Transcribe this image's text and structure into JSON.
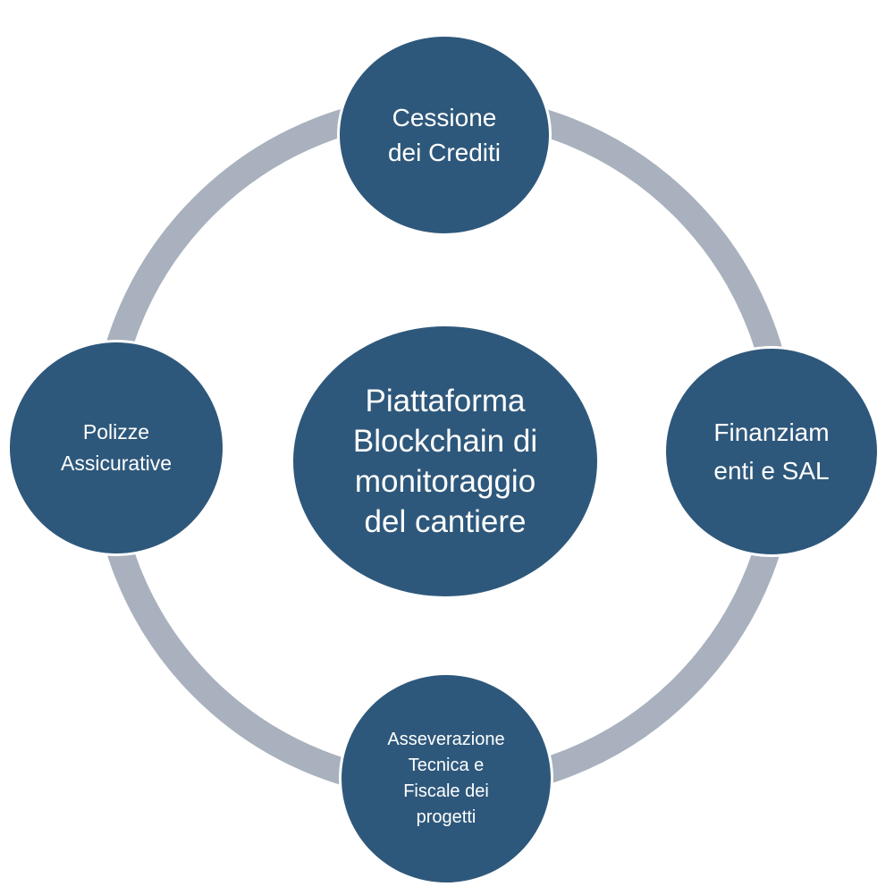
{
  "diagram": {
    "center": {
      "lines": [
        "Piattaforma",
        "Blockchain di",
        "monitoraggio",
        "del cantiere"
      ]
    },
    "top": {
      "lines": [
        "Cessione",
        "dei Crediti"
      ]
    },
    "right": {
      "lines": [
        "Finanziam",
        "enti e SAL"
      ]
    },
    "left": {
      "lines": [
        "Polizze",
        "Assicurative"
      ]
    },
    "bottom": {
      "lines": [
        "Asseverazione",
        "Tecnica e",
        "Fiscale dei",
        "progetti"
      ]
    }
  },
  "colors": {
    "node_fill": "#2e587b",
    "ring": "#a8b1bd",
    "text": "#ffffff"
  }
}
